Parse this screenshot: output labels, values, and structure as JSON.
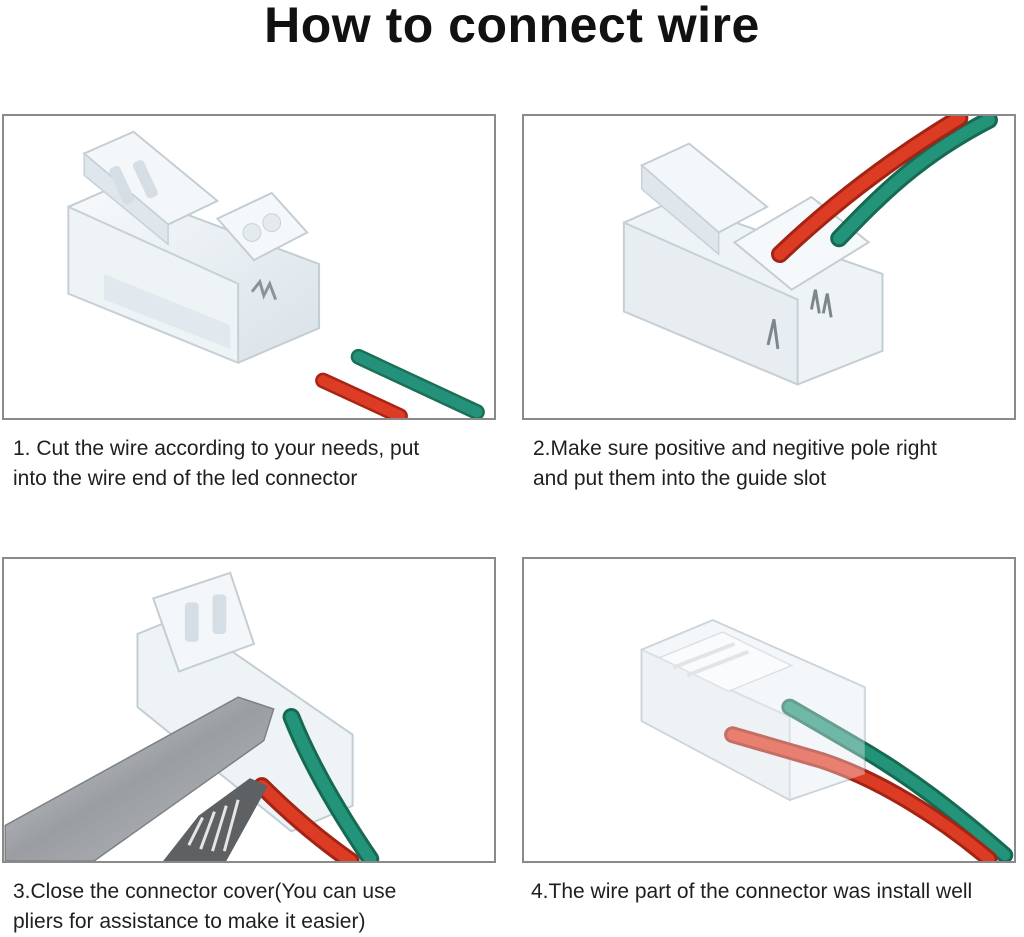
{
  "title": "How to connect wire",
  "steps": [
    {
      "line1": "1. Cut the wire according to your needs, put",
      "line2": "into the wire end of the led connector"
    },
    {
      "line1": "2.Make sure positive and negitive pole right",
      "line2": "and put them into the guide slot"
    },
    {
      "line1": "3.Close the connector cover(You can use",
      "line2": "pliers for assistance to make it easier)"
    },
    {
      "line1": "4.The wire part of the connector was install well",
      "line2": ""
    }
  ],
  "colors": {
    "wire_red": "#d8321e",
    "wire_green": "#1f8a6a",
    "border": "#8a8a8a",
    "plastic": "#e6ecf0"
  }
}
